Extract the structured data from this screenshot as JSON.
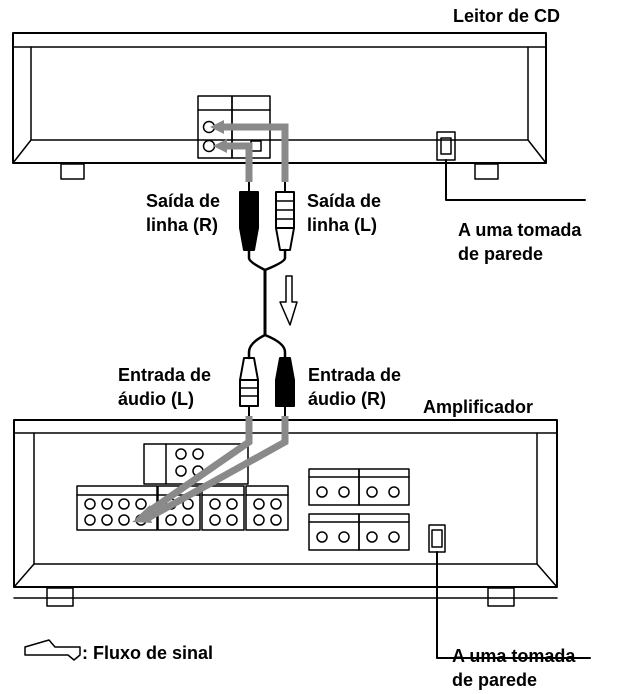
{
  "labels": {
    "cd_player": "Leitor de CD",
    "line_out_r": "Saída de\nlinha (R)",
    "line_out_l": "Saída de\nlinha (L)",
    "wall_outlet_top": "A uma tomada\nde parede",
    "audio_in_l": "Entrada de\náudio (L)",
    "audio_in_r": "Entrada de\náudio (R)",
    "amplifier": "Amplificador",
    "signal_flow": ": Fluxo de sinal",
    "wall_outlet_bottom": "A uma tomada\nde parede"
  },
  "colors": {
    "line": "#000000",
    "highlight_cable": "#8a8a8a",
    "background": "#ffffff"
  }
}
